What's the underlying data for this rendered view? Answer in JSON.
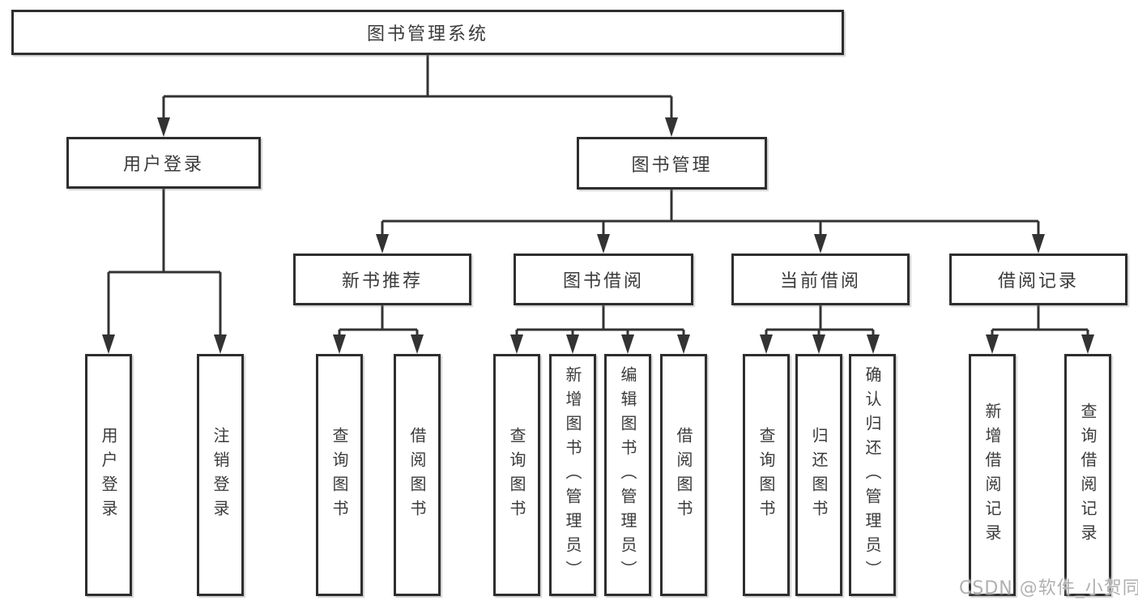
{
  "diagram": {
    "title": "图书管理系统",
    "level2": [
      {
        "label": "用户登录"
      },
      {
        "label": "图书管理"
      }
    ],
    "level3": [
      {
        "label": "新书推荐",
        "parent": "图书管理"
      },
      {
        "label": "图书借阅",
        "parent": "图书管理"
      },
      {
        "label": "当前借阅",
        "parent": "图书管理"
      },
      {
        "label": "借阅记录",
        "parent": "图书管理"
      }
    ],
    "leaves": [
      {
        "label": "用户登录",
        "parent": "用户登录"
      },
      {
        "label": "注销登录",
        "parent": "用户登录"
      },
      {
        "label": "查询图书",
        "parent": "新书推荐"
      },
      {
        "label": "借阅图书",
        "parent": "新书推荐"
      },
      {
        "label": "查询图书",
        "parent": "图书借阅"
      },
      {
        "label": "新增图书（管理员）",
        "parent": "图书借阅"
      },
      {
        "label": "编辑图书（管理员）",
        "parent": "图书借阅"
      },
      {
        "label": "借阅图书",
        "parent": "图书借阅"
      },
      {
        "label": "查询图书",
        "parent": "当前借阅"
      },
      {
        "label": "归还图书",
        "parent": "当前借阅"
      },
      {
        "label": "确认归还（管理员）",
        "parent": "当前借阅"
      },
      {
        "label": "新增借阅记录",
        "parent": "借阅记录"
      },
      {
        "label": "查询借阅记录",
        "parent": "借阅记录"
      }
    ]
  },
  "watermark": "CSDN @软件_小贺同学",
  "colors": {
    "border": "#2e2e2e",
    "line": "#333333",
    "text": "#3b3b3b",
    "watermark": "#b0b0b0",
    "background": "#ffffff"
  }
}
